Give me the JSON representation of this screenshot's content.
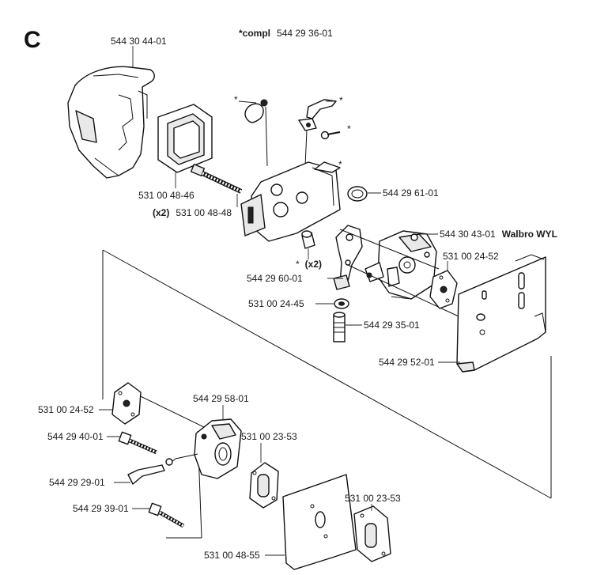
{
  "section_letter": "C",
  "header": {
    "compl_prefix": "*compl",
    "compl_number": "544 29 36-01"
  },
  "labels": {
    "cover": "544 30 44-01",
    "filter": "531 00 48-46",
    "bolt_qty": "(x2)",
    "bolt": "531 00 48-48",
    "star": "*",
    "star_x2": "(x2)",
    "oring": "544 29 61-01",
    "carb_number": "544 30 43-01",
    "carb_brand": "Walbro WYL",
    "gasket_right": "531 00 24-52",
    "bracket": "544 29 60-01",
    "washer": "531 00 24-45",
    "nipple": "544 29 35-01",
    "plate_right": "544 29 52-01",
    "gasket_left": "531 00 24-52",
    "intake": "544 29 58-01",
    "screw_upper": "544 29 40-01",
    "gasket_mid": "531 00 23-53",
    "rod": "544 29 29-01",
    "screw_lower": "544 29 39-01",
    "gasket_low": "531 00 23-53",
    "plate_low": "531 00 48-55"
  }
}
